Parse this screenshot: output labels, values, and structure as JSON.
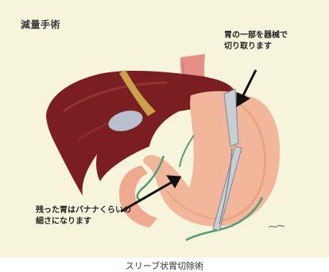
{
  "figure": {
    "title": "減量手術",
    "callout_instrument": "胃の一部を器械で\n切り取ります",
    "callout_stomach": "残った胃はバナナくらいの\n細さになります",
    "caption": "スリーブ状胃切除術"
  },
  "colors": {
    "panel_bg": "#f7f4dc",
    "liver": "#7a1e22",
    "stomach": "#f2b79a",
    "esophagus": "#e58f88",
    "ligament": "#c9a24a",
    "vessel": "#4f9d73",
    "instrument": "#c8cfd4"
  }
}
